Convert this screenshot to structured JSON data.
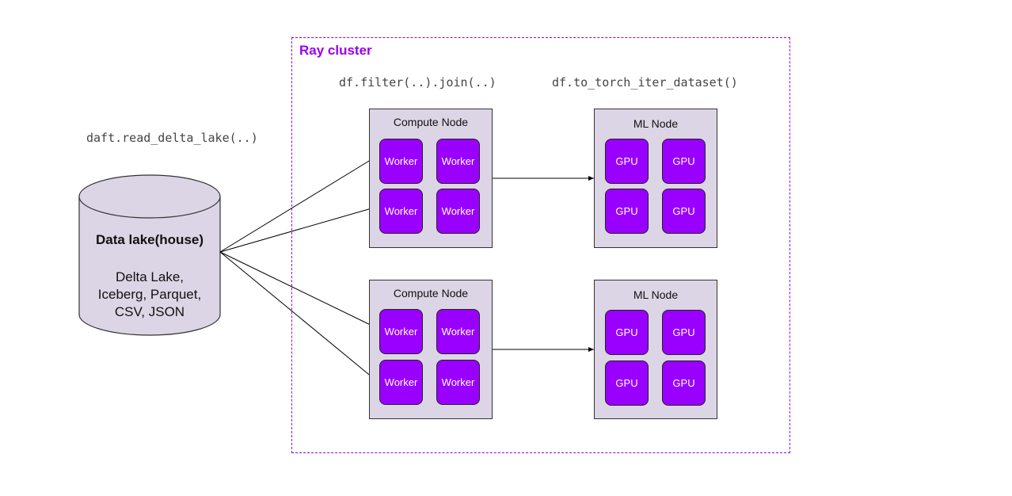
{
  "cluster": {
    "title": "Ray cluster"
  },
  "code": {
    "read": "daft.read_delta_lake(..)",
    "filter": "df.filter(..).join(..)",
    "torch": "df.to_torch_iter_dataset()"
  },
  "datalake": {
    "title": "Data lake(house)",
    "formats": [
      "Delta Lake,",
      "Iceberg, Parquet,",
      "CSV, JSON"
    ]
  },
  "compute_nodes": [
    {
      "title": "Compute Node",
      "workers": [
        "Worker",
        "Worker",
        "Worker",
        "Worker"
      ]
    },
    {
      "title": "Compute Node",
      "workers": [
        "Worker",
        "Worker",
        "Worker",
        "Worker"
      ]
    }
  ],
  "ml_nodes": [
    {
      "title": "ML Node",
      "gpus": [
        "GPU",
        "GPU",
        "GPU",
        "GPU"
      ]
    },
    {
      "title": "ML Node",
      "gpus": [
        "GPU",
        "GPU",
        "GPU",
        "GPU"
      ]
    }
  ],
  "colors": {
    "accent": "#9900ff",
    "node_fill": "#dcd5e6",
    "db_fill": "#dcd5e6"
  }
}
